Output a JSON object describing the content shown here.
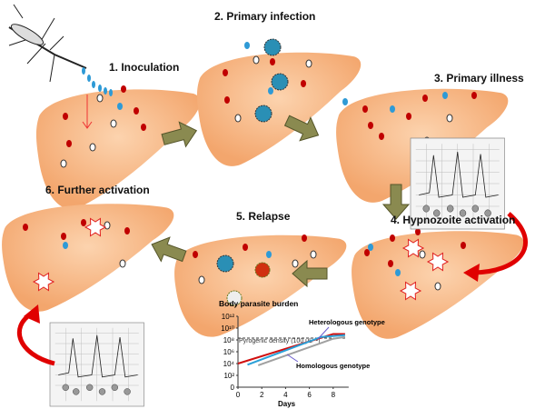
{
  "stages": [
    {
      "label": "1. Inoculation"
    },
    {
      "label": "2. Primary infection"
    },
    {
      "label": "3. Primary illness"
    },
    {
      "label": "4. Hypnozoite activation"
    },
    {
      "label": "5. Relapse"
    },
    {
      "label": "6. Further activation"
    }
  ],
  "colors": {
    "liver": "#f7b98a",
    "arrow": "#8a8a50",
    "red_parasite": "#c00000",
    "blue_parasite": "#2e9ad6",
    "relapse_arrow": "#e00000"
  },
  "chart_data": {
    "type": "line",
    "title": "Body parasite burden",
    "xlabel": "Days",
    "ylabel": "",
    "x_ticks": [
      "0",
      "2",
      "4",
      "6",
      "8"
    ],
    "y_ticks": [
      "0",
      "10²",
      "10⁴",
      "10⁶",
      "10⁸",
      "10¹⁰",
      "10¹²"
    ],
    "xlim": [
      0,
      9
    ],
    "ylim_log10": [
      0,
      12
    ],
    "threshold": {
      "label": "Pyrogenic density (100 μL⁻¹)",
      "log10_value": 8.3
    },
    "annotations": [
      "Heterologous genotype",
      "Homologous genotype"
    ],
    "series": [
      {
        "color": "#d01010",
        "points": [
          [
            0,
            4
          ],
          [
            8,
            9
          ],
          [
            9,
            9
          ]
        ]
      },
      {
        "color": "#2aa0d8",
        "points": [
          [
            0.8,
            3.8
          ],
          [
            7,
            8.5
          ],
          [
            9,
            8.8
          ]
        ]
      },
      {
        "color": "#a0a0a0",
        "points": [
          [
            1.7,
            3.7
          ],
          [
            8,
            8.2
          ],
          [
            9,
            8.5
          ]
        ]
      }
    ]
  }
}
